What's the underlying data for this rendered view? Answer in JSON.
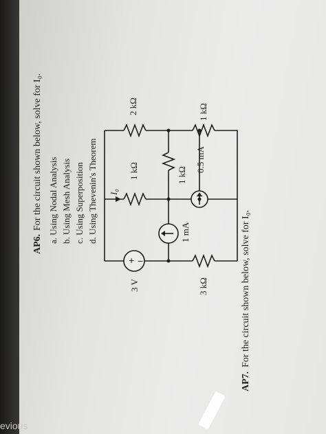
{
  "problem": {
    "label": "AP6.",
    "statement": "For the circuit shown below, solve for I₀.",
    "options": [
      "a.  Using Nodal Analysis",
      "b.  Using Mesh Analysis",
      "c.  Using Superposition",
      "d.  Using Thevenin's Theorem"
    ]
  },
  "circuit": {
    "voltage_source": "3 V",
    "current_label": "I₀",
    "resistor_left": "3 kΩ",
    "resistor_mid_top": "1 kΩ",
    "resistor_mid_bottom": "1 kΩ",
    "resistor_right_top": "2 kΩ",
    "resistor_right_bottom": "1 kΩ",
    "current_source_left": "1 mA",
    "current_source_right": "0.5 mA"
  },
  "next_problem": {
    "label": "AP7.",
    "statement": "For the circuit shown below, solve for I₀."
  },
  "nav": {
    "previous": "evious"
  }
}
